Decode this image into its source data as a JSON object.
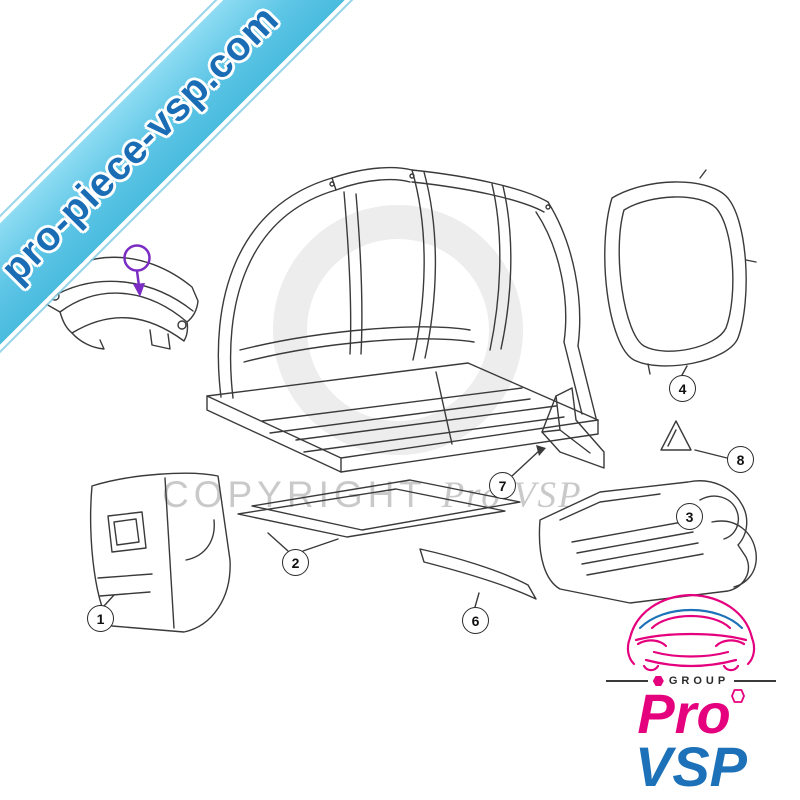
{
  "watermarks": {
    "diagonal_banner": "pro-piece-vsp.com",
    "copyright_word": "COPYRIGHT",
    "copyright_brand": "Pro VSP"
  },
  "logo": {
    "group_label": "GROUP",
    "brand_top": "Pro",
    "brand_bottom": "VSP"
  },
  "diagram": {
    "description": "Exploded parts diagram of a microcar body frame",
    "parts": [
      {
        "number": "1"
      },
      {
        "number": "2"
      },
      {
        "number": "3"
      },
      {
        "number": "4"
      },
      {
        "number": "6"
      },
      {
        "number": "7"
      },
      {
        "number": "8"
      }
    ]
  },
  "colors": {
    "banner_fill": "#5fc6e6",
    "banner_text": "#1a6db4",
    "annotation_purple": "#7a2cc4",
    "logo_pink": "#e5007d",
    "logo_blue": "#1d71b8",
    "line_art": "#3a3a3a"
  }
}
